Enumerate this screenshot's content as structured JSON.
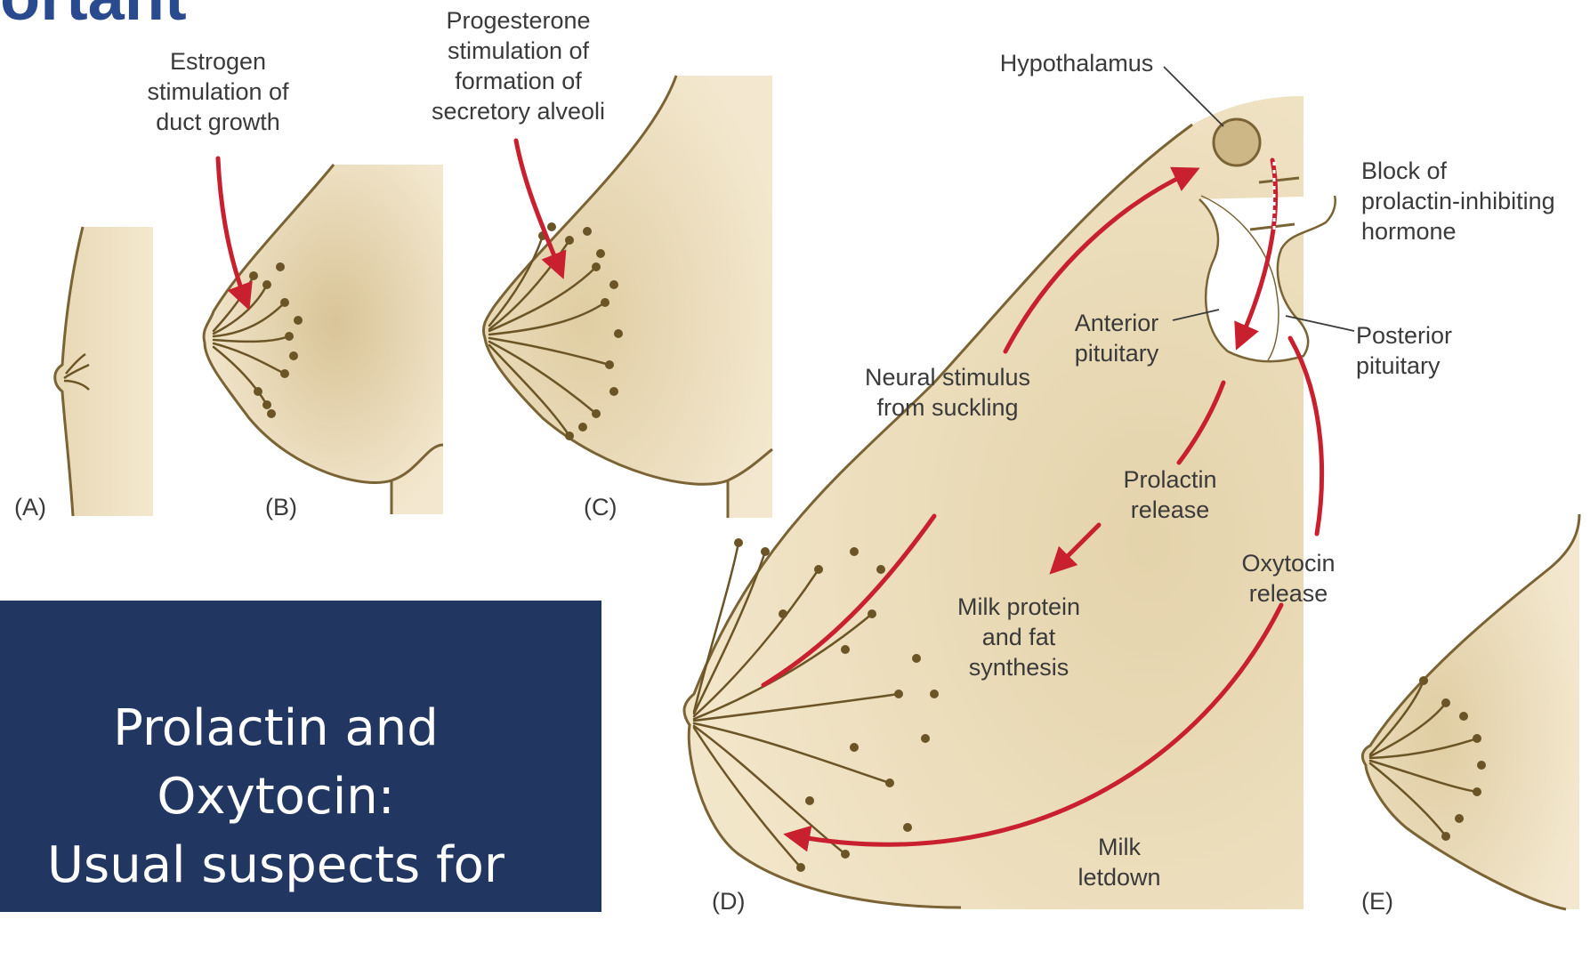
{
  "header_fragment": "ortant",
  "caption": "Prolactin and Oxytocin:\nUsual suspects for\ndrowsiness",
  "labels": {
    "estrogen": "Estrogen\nstimulation of\nduct growth",
    "progesterone": "Progesterone\nstimulation of\nformation of\nsecretory alveoli",
    "hypothalamus": "Hypothalamus",
    "block": "Block of\nprolactin-inhibiting\nhormone",
    "anterior": "Anterior\npituitary",
    "posterior": "Posterior\npituitary",
    "neural": "Neural stimulus\nfrom suckling",
    "prolactin_release": "Prolactin\nrelease",
    "oxytocin_release": "Oxytocin\nrelease",
    "milk_protein": "Milk protein\nand fat\nsynthesis",
    "milk_letdown": "Milk\nletdown"
  },
  "panels": [
    "(A)",
    "(B)",
    "(C)",
    "(D)",
    "(E)"
  ],
  "colors": {
    "tissue": "#efe2c4",
    "tissue_dark": "#cdb787",
    "outline": "#7a6335",
    "duct": "#6b5426",
    "arrow": "#c8202f",
    "caption_bg": "#213660",
    "caption_text": "#ffffff",
    "header_text": "#2a4a90"
  }
}
